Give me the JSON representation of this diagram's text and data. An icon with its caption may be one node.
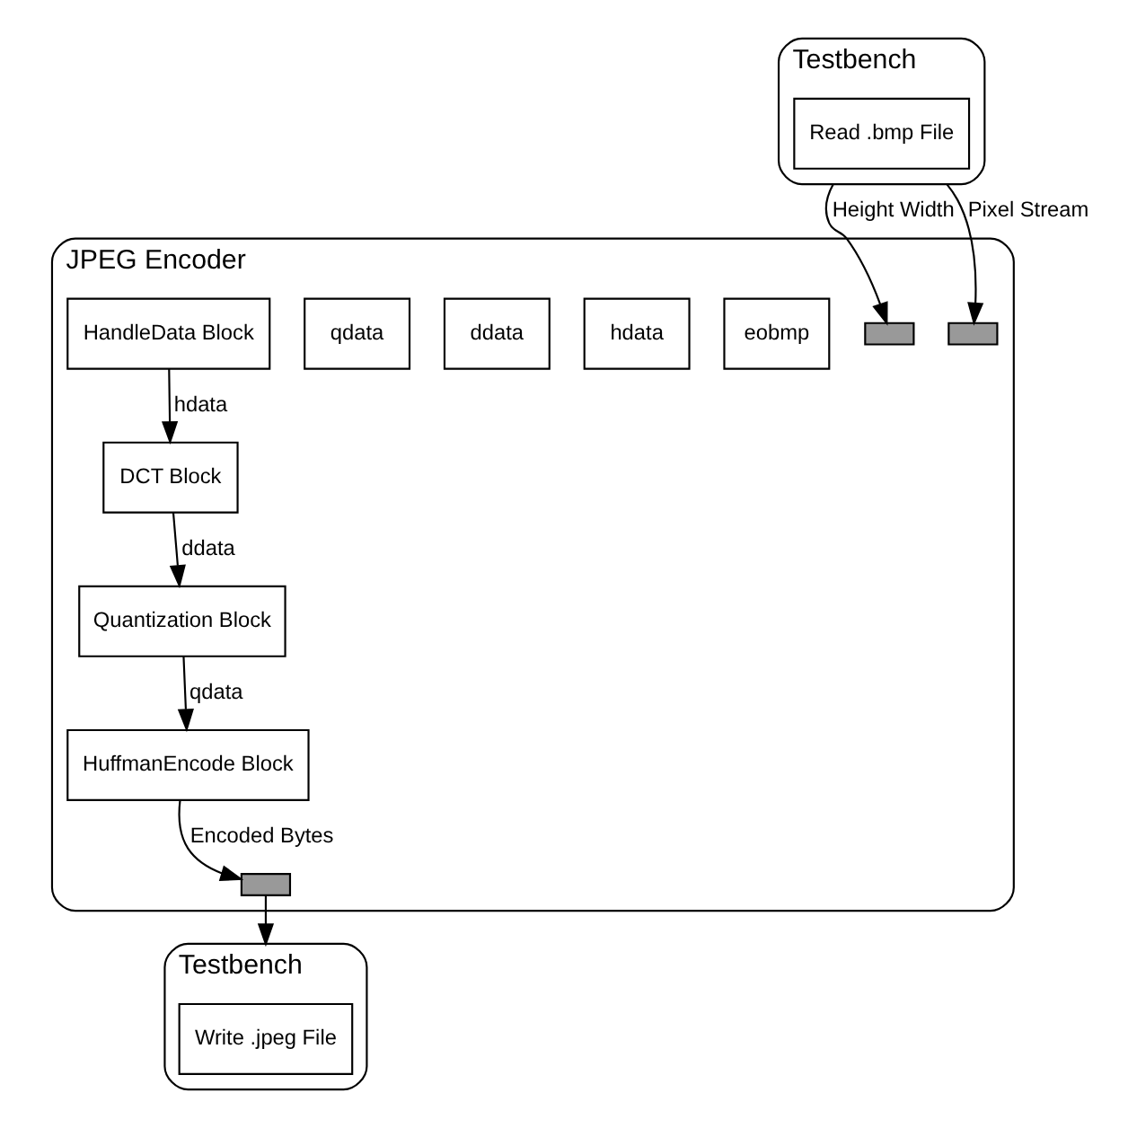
{
  "diagram": {
    "nodes": [
      {
        "text": [
          "Testbench"
        ]
      },
      {
        "text": [
          "Read .bmp File"
        ],
        "in": 0
      },
      {
        "text": [
          "JPEG Encoder"
        ]
      },
      {
        "text": [],
        "shape": "box",
        "in": 2
      },
      {
        "text": [],
        "shape": "box",
        "in": 2
      },
      {
        "text": [
          "eobmp"
        ],
        "in": 2
      },
      {
        "text": [
          "hdata"
        ],
        "in": 2
      },
      {
        "text": [
          "ddata"
        ],
        "in": 2
      },
      {
        "text": [
          "qdata"
        ],
        "in": 2
      },
      {
        "text": [
          "HandleData Block"
        ],
        "in": 2
      },
      {
        "text": [
          "DCT Block"
        ],
        "in": 2
      },
      {
        "text": [
          "Quantization Block"
        ],
        "in": 2
      },
      {
        "text": [
          "HuffmanEncode Block"
        ],
        "in": 2
      },
      {
        "text": [],
        "shape": "box",
        "in": 2
      },
      {
        "text": [
          "Testbench"
        ]
      },
      {
        "text": [
          "Write .jpeg File"
        ],
        "in": 14
      }
    ],
    "edges": [
      {
        "from": 0,
        "to": 3,
        "arrow": "to",
        "label": "Height Width"
      },
      {
        "from": 0,
        "to": 4,
        "arrow": "to",
        "label": "Pixel Stream"
      },
      {
        "from": 9,
        "to": 10,
        "arrow": "to",
        "label": "hdata"
      },
      {
        "from": 10,
        "to": 11,
        "arrow": "to",
        "label": "ddata"
      },
      {
        "from": 11,
        "to": 12,
        "arrow": "to",
        "label": "qdata"
      },
      {
        "from": 12,
        "to": 13,
        "arrow": "to",
        "label": "Encoded Bytes"
      },
      {
        "from": 13,
        "to": 14,
        "arrow": "to"
      }
    ]
  }
}
